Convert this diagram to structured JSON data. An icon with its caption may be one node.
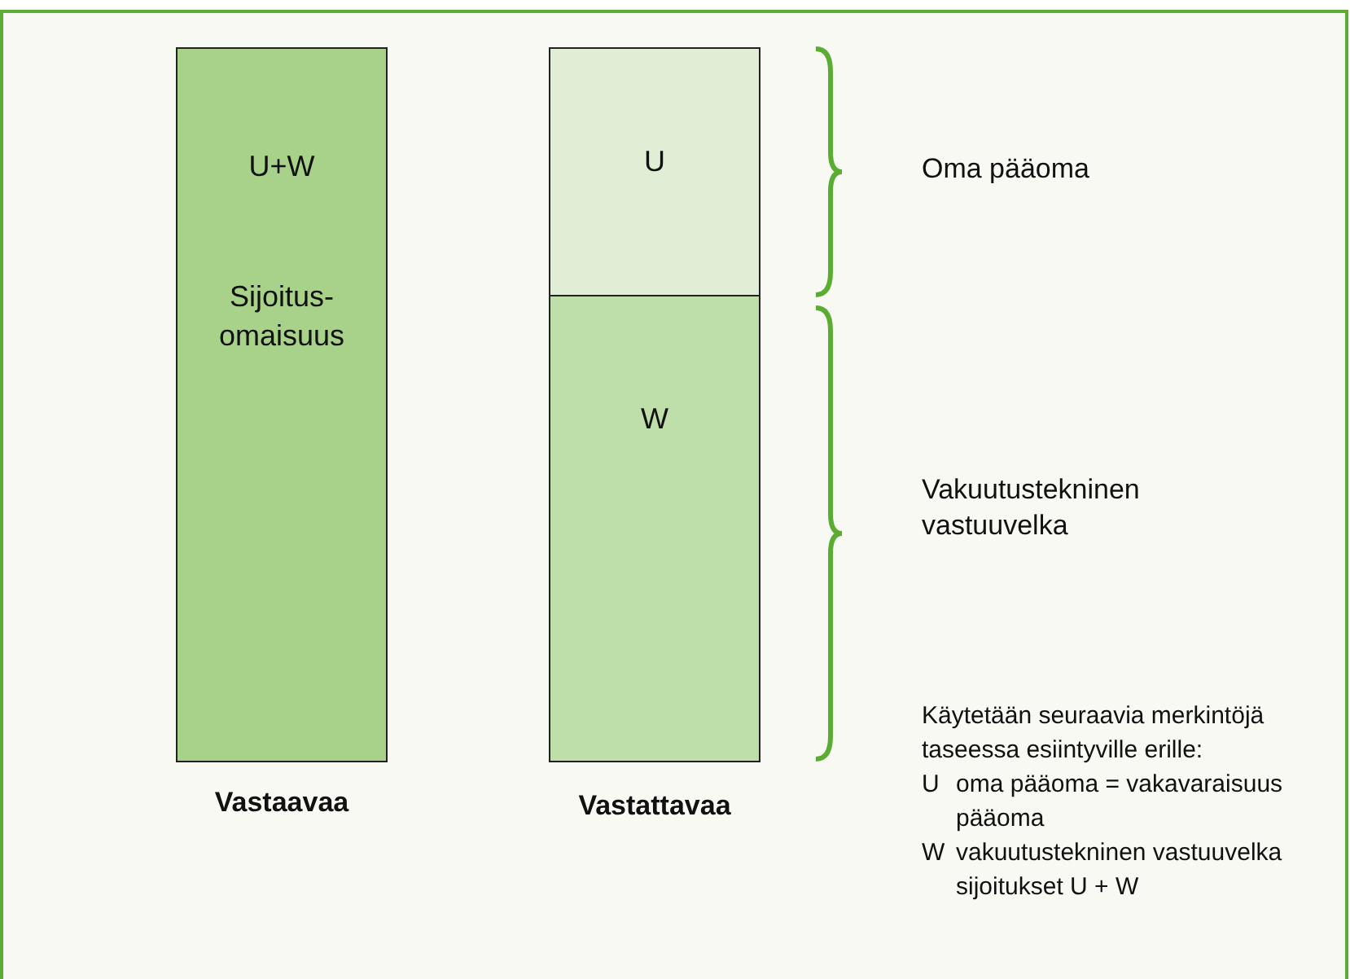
{
  "diagram": {
    "nodes": [
      {
        "text": [
          "U+W",
          "Sijoitus- omaisuus"
        ]
      },
      {
        "text": [
          "U"
        ]
      },
      {
        "text": [
          "W"
        ]
      }
    ],
    "labels": [
      "Oma pääoma",
      "Vakuutustekninen vastuuvelka",
      "Vastaavaa",
      "Vastattavaa",
      "Käytetään seuraavia merkintöjä taseessa esiintyville erille:",
      "U",
      "oma pääoma = vakavaraisuus pääoma",
      "W",
      "vakuutustekninen vastuuvelka",
      "sijoitukset  U + W"
    ]
  }
}
